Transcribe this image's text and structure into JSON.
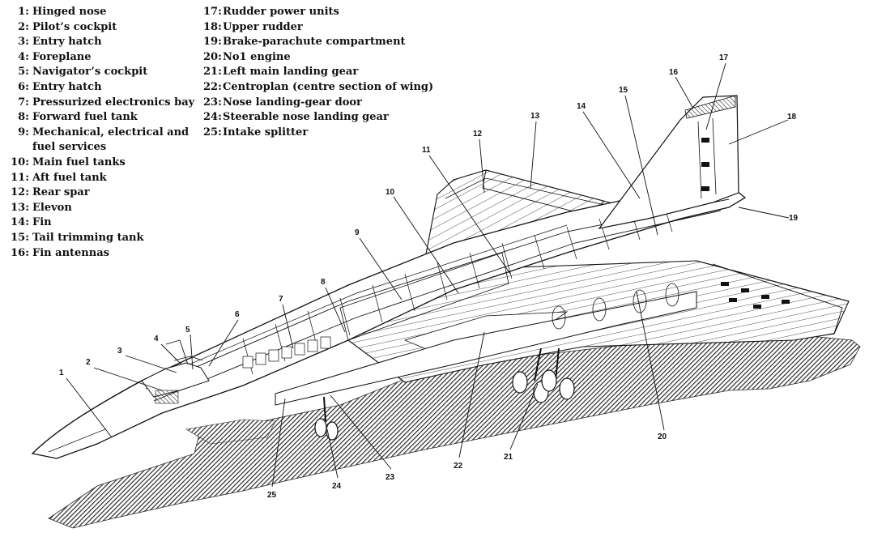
{
  "legend_left": [
    {
      "num": "1:",
      "label": "Hinged nose"
    },
    {
      "num": "2:",
      "label": "Pilot’s cockpit"
    },
    {
      "num": "3:",
      "label": "Entry hatch"
    },
    {
      "num": "4:",
      "label": "Foreplane"
    },
    {
      "num": "5:",
      "label": "Navigator’s cockpit"
    },
    {
      "num": "6:",
      "label": "Entry hatch"
    },
    {
      "num": "7:",
      "label": "Pressurized electronics bay"
    },
    {
      "num": "8:",
      "label": "Forward fuel tank"
    },
    {
      "num": "9:",
      "label": "Mechanical, electrical and fuel services"
    },
    {
      "num": "10:",
      "label": "Main fuel tanks"
    },
    {
      "num": "11:",
      "label": "Aft fuel tank"
    },
    {
      "num": "12:",
      "label": "Rear spar"
    },
    {
      "num": "13:",
      "label": "Elevon"
    },
    {
      "num": "14:",
      "label": "Fin"
    },
    {
      "num": "15:",
      "label": "Tail trimming tank"
    },
    {
      "num": "16:",
      "label": "Fin antennas"
    }
  ],
  "legend_right": [
    {
      "num": "17:",
      "label": "Rudder power units"
    },
    {
      "num": "18:",
      "label": "Upper rudder"
    },
    {
      "num": "19:",
      "label": "Brake-parachute compartment"
    },
    {
      "num": "20:",
      "label": "No1 engine"
    },
    {
      "num": "21:",
      "label": "Left main landing gear"
    },
    {
      "num": "22:",
      "label": "Centroplan (centre section of wing)"
    },
    {
      "num": "23:",
      "label": "Nose landing-gear door"
    },
    {
      "num": "24:",
      "label": "Steerable nose landing gear"
    },
    {
      "num": "25:",
      "label": "Intake splitter"
    }
  ],
  "callouts": [
    "1",
    "2",
    "3",
    "4",
    "5",
    "6",
    "7",
    "8",
    "9",
    "10",
    "11",
    "12",
    "13",
    "14",
    "15",
    "16",
    "17",
    "18",
    "19",
    "20",
    "21",
    "22",
    "23",
    "24",
    "25"
  ],
  "colors": {
    "ink": "#111111",
    "shadow": "#3a3a3a",
    "paper": "#ffffff"
  }
}
